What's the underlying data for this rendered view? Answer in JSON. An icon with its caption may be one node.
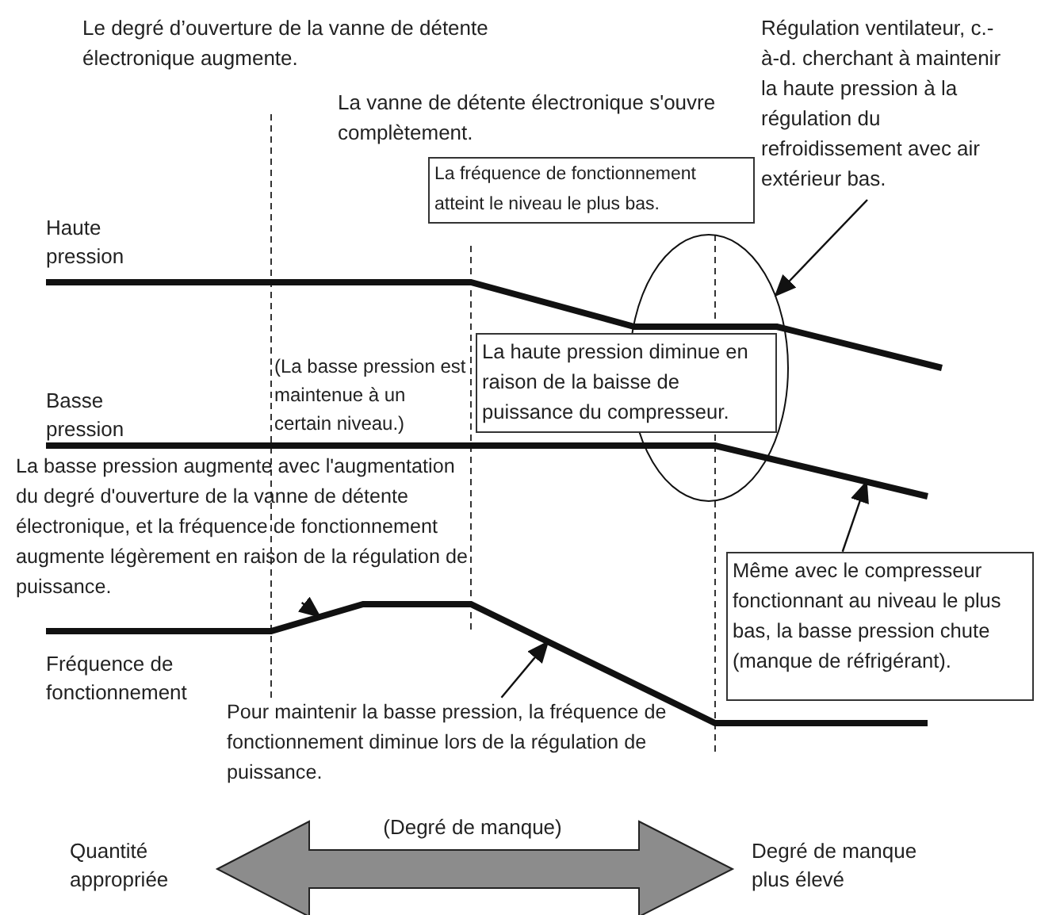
{
  "diagram": {
    "nodes": [
      {
        "text": [
          "La fréquence de fonctionnement atteint le niveau le plus bas."
        ]
      },
      {
        "text": [
          "Régulation ventilateur, c.-à-d. cherchant à maintenir la haute pression à la régulation du refroidissement avec air extérieur bas."
        ]
      },
      {
        "text": [],
        "shape": "ellipse"
      },
      {
        "text": [
          "La haute pression diminue en raison de la baisse de puissance du compresseur."
        ]
      },
      {
        "text": [
          "La basse pression augmente avec l'augmentation du degré d'ouverture de la vanne de détente électronique, et la fréquence de fonctionnement augmente légèrement en raison de la régulation de puissance."
        ]
      },
      {
        "text": [
          "Même avec le compresseur fonctionnant au niveau le plus bas, la basse pression chute (manque de réfrigérant)."
        ]
      },
      {
        "text": [
          "Pour maintenir la basse pression, la fréquence de fonctionnement diminue lors de la régulation de puissance."
        ]
      },
      {
        "text": [],
        "shape": "line"
      },
      {
        "text": [],
        "shape": "line"
      }
    ],
    "edges": [
      {
        "from": 1,
        "to": 2,
        "arrow": "to"
      },
      {
        "from": 4,
        "to": 8,
        "arrow": "to"
      },
      {
        "from": 5,
        "to": 7,
        "arrow": "to"
      },
      {
        "from": 6,
        "to": 8,
        "arrow": "to"
      }
    ],
    "labels": [
      "Le degré d’ouverture de la vanne de détente électronique augmente.",
      "La vanne de détente électronique s'ouvre complètement.",
      "Haute pression",
      "(La basse pression est maintenue à un certain niveau.)",
      "Basse pression",
      "Fréquence de fonctionnement",
      "(Degré de manque)",
      "Quantité appropriée",
      "Degré de manque plus élevé"
    ]
  }
}
